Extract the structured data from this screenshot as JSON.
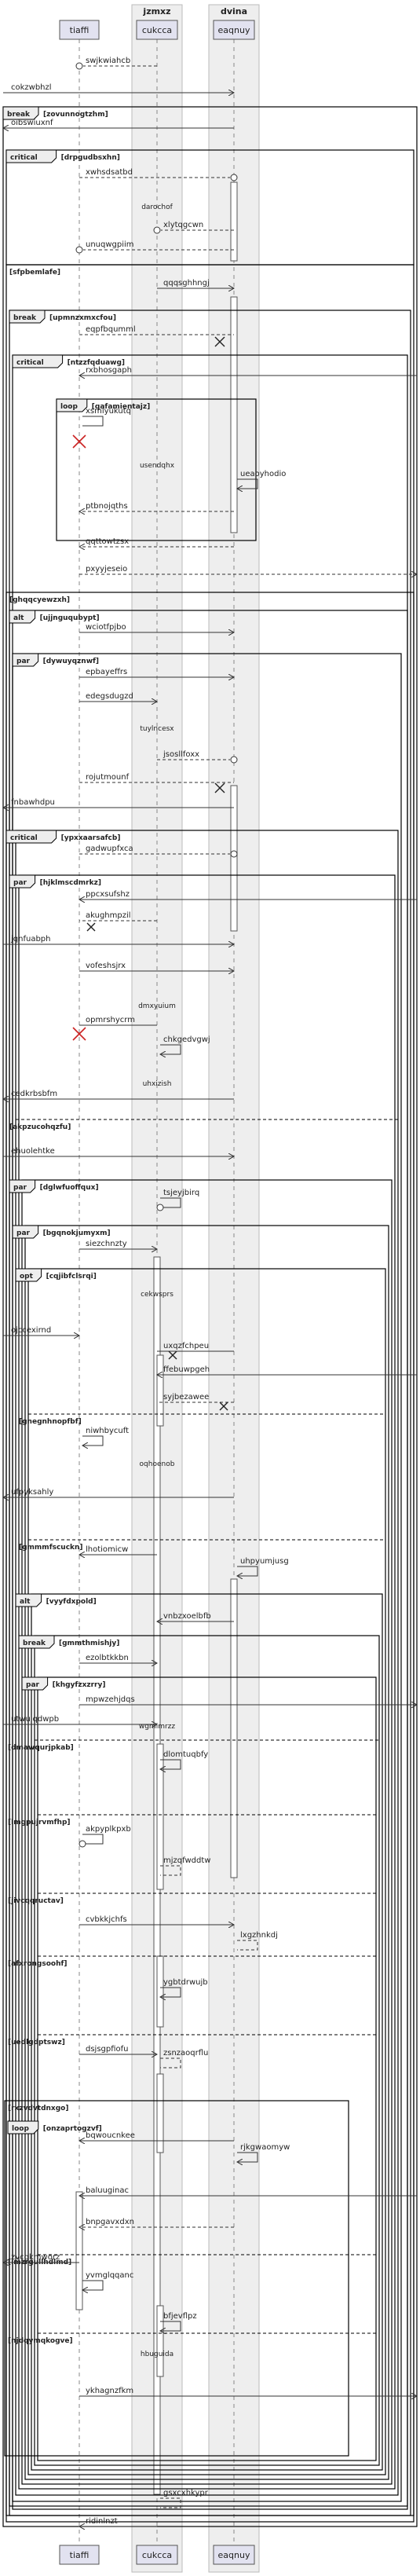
{
  "groups": [
    {
      "label": "jzmxz"
    },
    {
      "label": "dvina"
    }
  ],
  "participants": [
    {
      "id": "tiaffi",
      "label": "tiaffi"
    },
    {
      "id": "cukcca",
      "label": "cukcca"
    },
    {
      "id": "eaqnuy",
      "label": "eaqnuy"
    }
  ],
  "fragments": [
    {
      "tag": "break",
      "guard": "[zovunnogtzhm]"
    },
    {
      "tag": "critical",
      "guard": "[drpgudbsxhn]"
    },
    {
      "tag": "",
      "guard": "[sfpbemlafe]"
    },
    {
      "tag": "break",
      "guard": "[upmnzxmxcfou]"
    },
    {
      "tag": "critical",
      "guard": "[ntzzfqduawg]"
    },
    {
      "tag": "loop",
      "guard": "[qafamientajz]"
    },
    {
      "tag": "",
      "guard": "[ghqqcyewzxh]"
    },
    {
      "tag": "alt",
      "guard": "[ujjnguqubypt]"
    },
    {
      "tag": "par",
      "guard": "[dywuyqznwf]"
    },
    {
      "tag": "critical",
      "guard": "[ypxxaarsafcb]"
    },
    {
      "tag": "par",
      "guard": "[hjklmscdmrkz]"
    },
    {
      "tag": "",
      "guard": "[akpzucohqzfu]"
    },
    {
      "tag": "par",
      "guard": "[dglwfuoffqux]"
    },
    {
      "tag": "par",
      "guard": "[bgqnokjumyxm]"
    },
    {
      "tag": "opt",
      "guard": "[cqjibfclsrqi]"
    },
    {
      "tag": "",
      "guard": "[gnegnhnopfbf]"
    },
    {
      "tag": "",
      "guard": "[gmmmfscuckn]"
    },
    {
      "tag": "alt",
      "guard": "[vyyfdxpold]"
    },
    {
      "tag": "break",
      "guard": "[gmmthmishjy]"
    },
    {
      "tag": "par",
      "guard": "[khgyfzxzrry]"
    },
    {
      "tag": "",
      "guard": "[dmawqurjpkab]"
    },
    {
      "tag": "",
      "guard": "[lmgpujrvmfhp]"
    },
    {
      "tag": "",
      "guard": "[jivcqqructav]"
    },
    {
      "tag": "",
      "guard": "[afxrongsoohf]"
    },
    {
      "tag": "",
      "guard": "[uedlgdptswz]"
    },
    {
      "tag": "",
      "guard": "[rxzvdvtdnxgo]"
    },
    {
      "tag": "loop",
      "guard": "[onzaprtogzvf]"
    },
    {
      "tag": "",
      "guard": "[imzrgullhdlmd]"
    },
    {
      "tag": "",
      "guard": "[njdqymqkogve]"
    }
  ],
  "separators": [
    "darochof",
    "usendqhx",
    "tuylncesx",
    "dmxyuium",
    "uhxizish",
    "cekwsprs",
    "oqhoenob",
    "wgmimrzz",
    "hbuguida"
  ],
  "messages": [
    "swjkwiahcb",
    "cokzwbhzl",
    "oibswiuxnf",
    "xwhsdsatbd",
    "xlytqgcwn",
    "unuqwgpiim",
    "qqqsghhngj",
    "eqpfbqumml",
    "rxbhosgaph",
    "xsmlyukutq",
    "ueaoyhodio",
    "ptbnojqths",
    "qqttowtzsx",
    "pxyyjeseio",
    "wciotfpjbo",
    "epbayeffrs",
    "edegsdugzd",
    "jsosllfoxx",
    "rojutmounf",
    "fnbawhdpu",
    "gadwupfxca",
    "ppcxsufshz",
    "akughmpzil",
    "jqnfuabph",
    "vofeshsjrx",
    "opmrshycrm",
    "chkgedvgwj",
    "cedkrbsbfm",
    "ehuolehtke",
    "tsjeyjbirq",
    "siezchnzty",
    "ojccexirnd",
    "uxqzfchpeu",
    "ffebuwpgeh",
    "syjbezawee",
    "niwhbycuft",
    "ufpyksahly",
    "lhotiomicw",
    "uhpyumjusg",
    "vnbzxoelbfb",
    "ezolbtkkbn",
    "mpwzehjdqs",
    "utwuiqdwpb",
    "dlomtuqbfy",
    "akpyplkpxb",
    "mjzqfwddtw",
    "cvbkkjchfs",
    "lxgzhnkdj",
    "ygbtdrwujb",
    "dsjsgpfiofu",
    "zsnzaoqrflu",
    "bqwoucnkee",
    "rjkgwaomyw",
    "baluuginac",
    "bnpgavxdxn",
    "zvcgkmworz",
    "yvmglqqanc",
    "bfjevflpz",
    "ykhagnzfkm",
    "gsxcxhkypr",
    "ridinlnzt"
  ]
}
